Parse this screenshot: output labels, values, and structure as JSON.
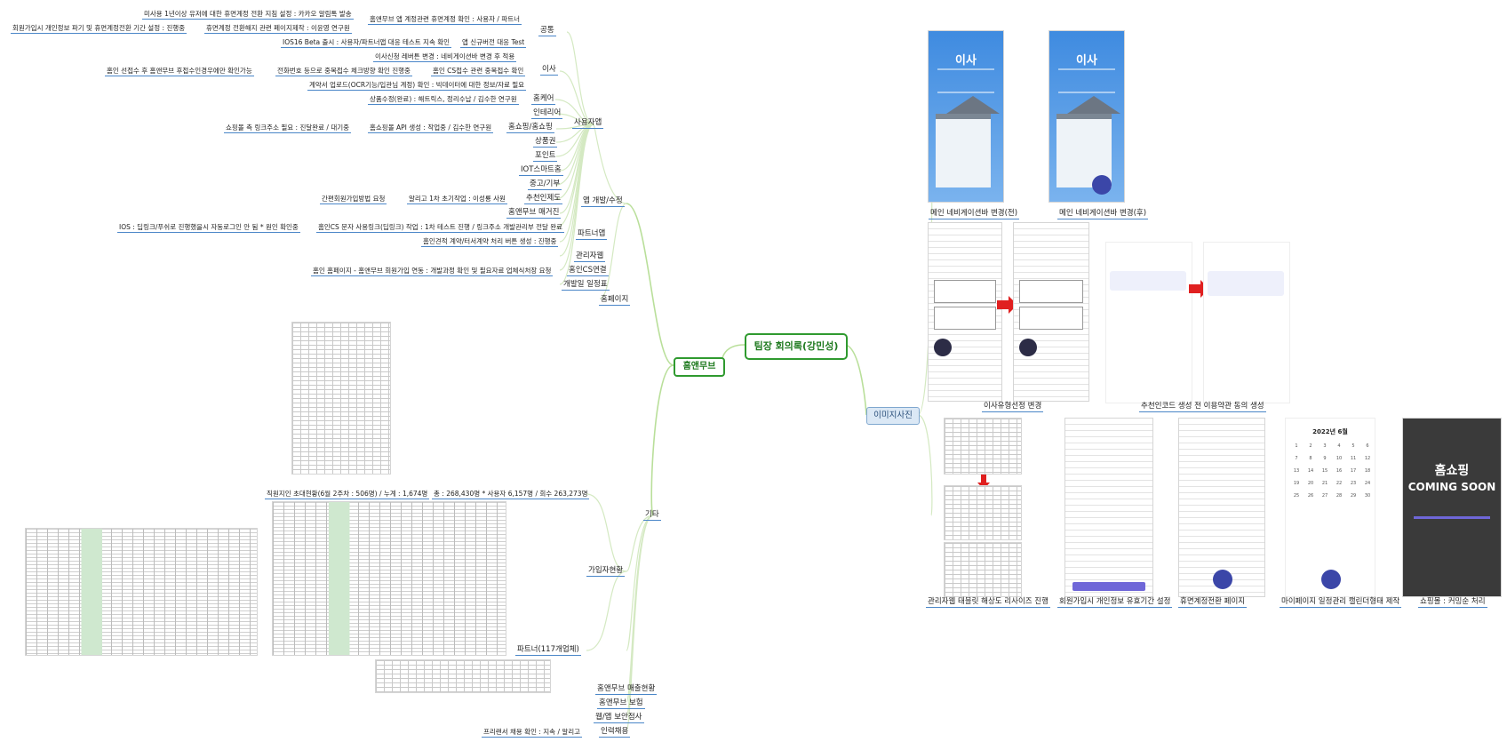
{
  "root": "팀장 회의록(강민성)",
  "branch1": {
    "label": "홈앤무브",
    "app_dev": {
      "label": "앱 개발/수정",
      "common": {
        "label": "공통",
        "a": "홈앤무브 앱 계정관련 휴면계정 확인 : 사용자 / 파트너",
        "a1": "미사용 1년이상 유저에 대한 휴면계정 전환 지침 설정 : 카카오 알림톡 발송",
        "b": "휴면계정 전환해지 관련 페이지제작 : 이윤영 연구원",
        "b1": "회원가입시 개인정보 파기 및 휴면계정전환 기간 설정 : 진행중",
        "c": "앱 신규버전 대응 Test",
        "c1": "IOS16 Beta 출시 : 사용자/파트너앱 대응 테스트 지속 확인"
      },
      "moving": {
        "label": "이사",
        "a": "이사신청 레버튼 변경 : 네비게이션바 변경 후 적용",
        "b": "홈인 CS접수 관련 중복접수 확인",
        "b1": "전화번호 등으로 중복접수 체크방향 확인 진행중",
        "b2": "홈인 선접수 후 홈앤무브 후접수인경우에만 확인가능",
        "c": "계약서 업로드(OCR기능/입관님 계정) 확인 : 빅데이터에 대한 정보/자료 필요"
      },
      "cleaning": {
        "label": "홈케어",
        "a": "상품수정(완료) : 해트릭스, 정리수납 / 김수한 연구원"
      },
      "interior": {
        "label": "인테리어"
      },
      "homeshop": {
        "label": "홈쇼핑/홈쇼핑",
        "a": "홈쇼핑몰 API 생성 : 작업중 / 김수한 연구원",
        "a1": "쇼핑몰 측 링크주소 필요 : 진달완료 / 대기중"
      },
      "gift": "상품권",
      "point": "포인트",
      "iot": "IOT스마트홈",
      "used": "중고/기부",
      "referral": {
        "label": "추천인제도",
        "a": "알리고 1차 초기작업 : 이성룡 사원",
        "a1": "간편회원가입방법 요청"
      },
      "magazine": "홈앤무브 매거진",
      "partner": {
        "label": "파트너앱",
        "a": "홈인CS 문자 사용링크(딥링크) 작업 : 1차 테스트 진행 / 링크주소 개발관리부 전달 완료",
        "a1": "IOS : 딥링크/푸쉬로 진행했을시 자동로그인 안 됨 * 원인 확인중",
        "b": "홈인견적 계약/터서계약 처리 버튼 생성 : 진행중"
      },
      "admin": "관리자웹",
      "homein": {
        "label": "홈인CS연결",
        "a": "홈인 홈페이지 - 홈앤무브 회원가입 연동 : 개발과정 확인 및 필요자료 업체식처장 요청"
      },
      "schedule": "개발일 일정표"
    },
    "homepage": "홈페이지",
    "etc": {
      "label": "기타",
      "members": {
        "label": "가입자현황",
        "a": "직원지인 초대현황(6월 2주차 : 506명) / 누계 : 1,674명",
        "b": "총 : 268,430명   * 사용자 6,157명 / 회수 263,273명",
        "c": "파트너(117개업체)"
      },
      "sales": "홈앤무브 매출현황",
      "insurance": "홈앤무브 보험",
      "security": "웹/앱 보안점사",
      "hiring": {
        "label": "인력채용",
        "a": "프리랜서 채용 확인 : 지속 / 알리고"
      }
    }
  },
  "branch2": {
    "label": "이미지사진",
    "captions": [
      "메인 네비게이션바 변경(전)",
      "메인 네비게이션바 변경(후)",
      "이사유형선정 변경",
      "추천인코드 생성 전 이용약관 동의 생성",
      "관리자웹 태블릿 해상도 리사이즈 진행",
      "회원가입시 개인정보 유효기간 설정",
      "휴면계정전환 페이지",
      "마이페이지 일정관리 캘린더형태 제작",
      "쇼핑몰 : 커밍순 처리"
    ],
    "shot_text": {
      "moving_title": "이사",
      "coming_soon_1": "홈쇼핑",
      "coming_soon_2": "COMING SOON",
      "calendar_month": "2022년 6월"
    }
  },
  "colors": {
    "root_border": "#2f9a2f",
    "underline": "#4a86c8",
    "arrow": "#e02020",
    "shot_blue": "#3f8be0"
  }
}
